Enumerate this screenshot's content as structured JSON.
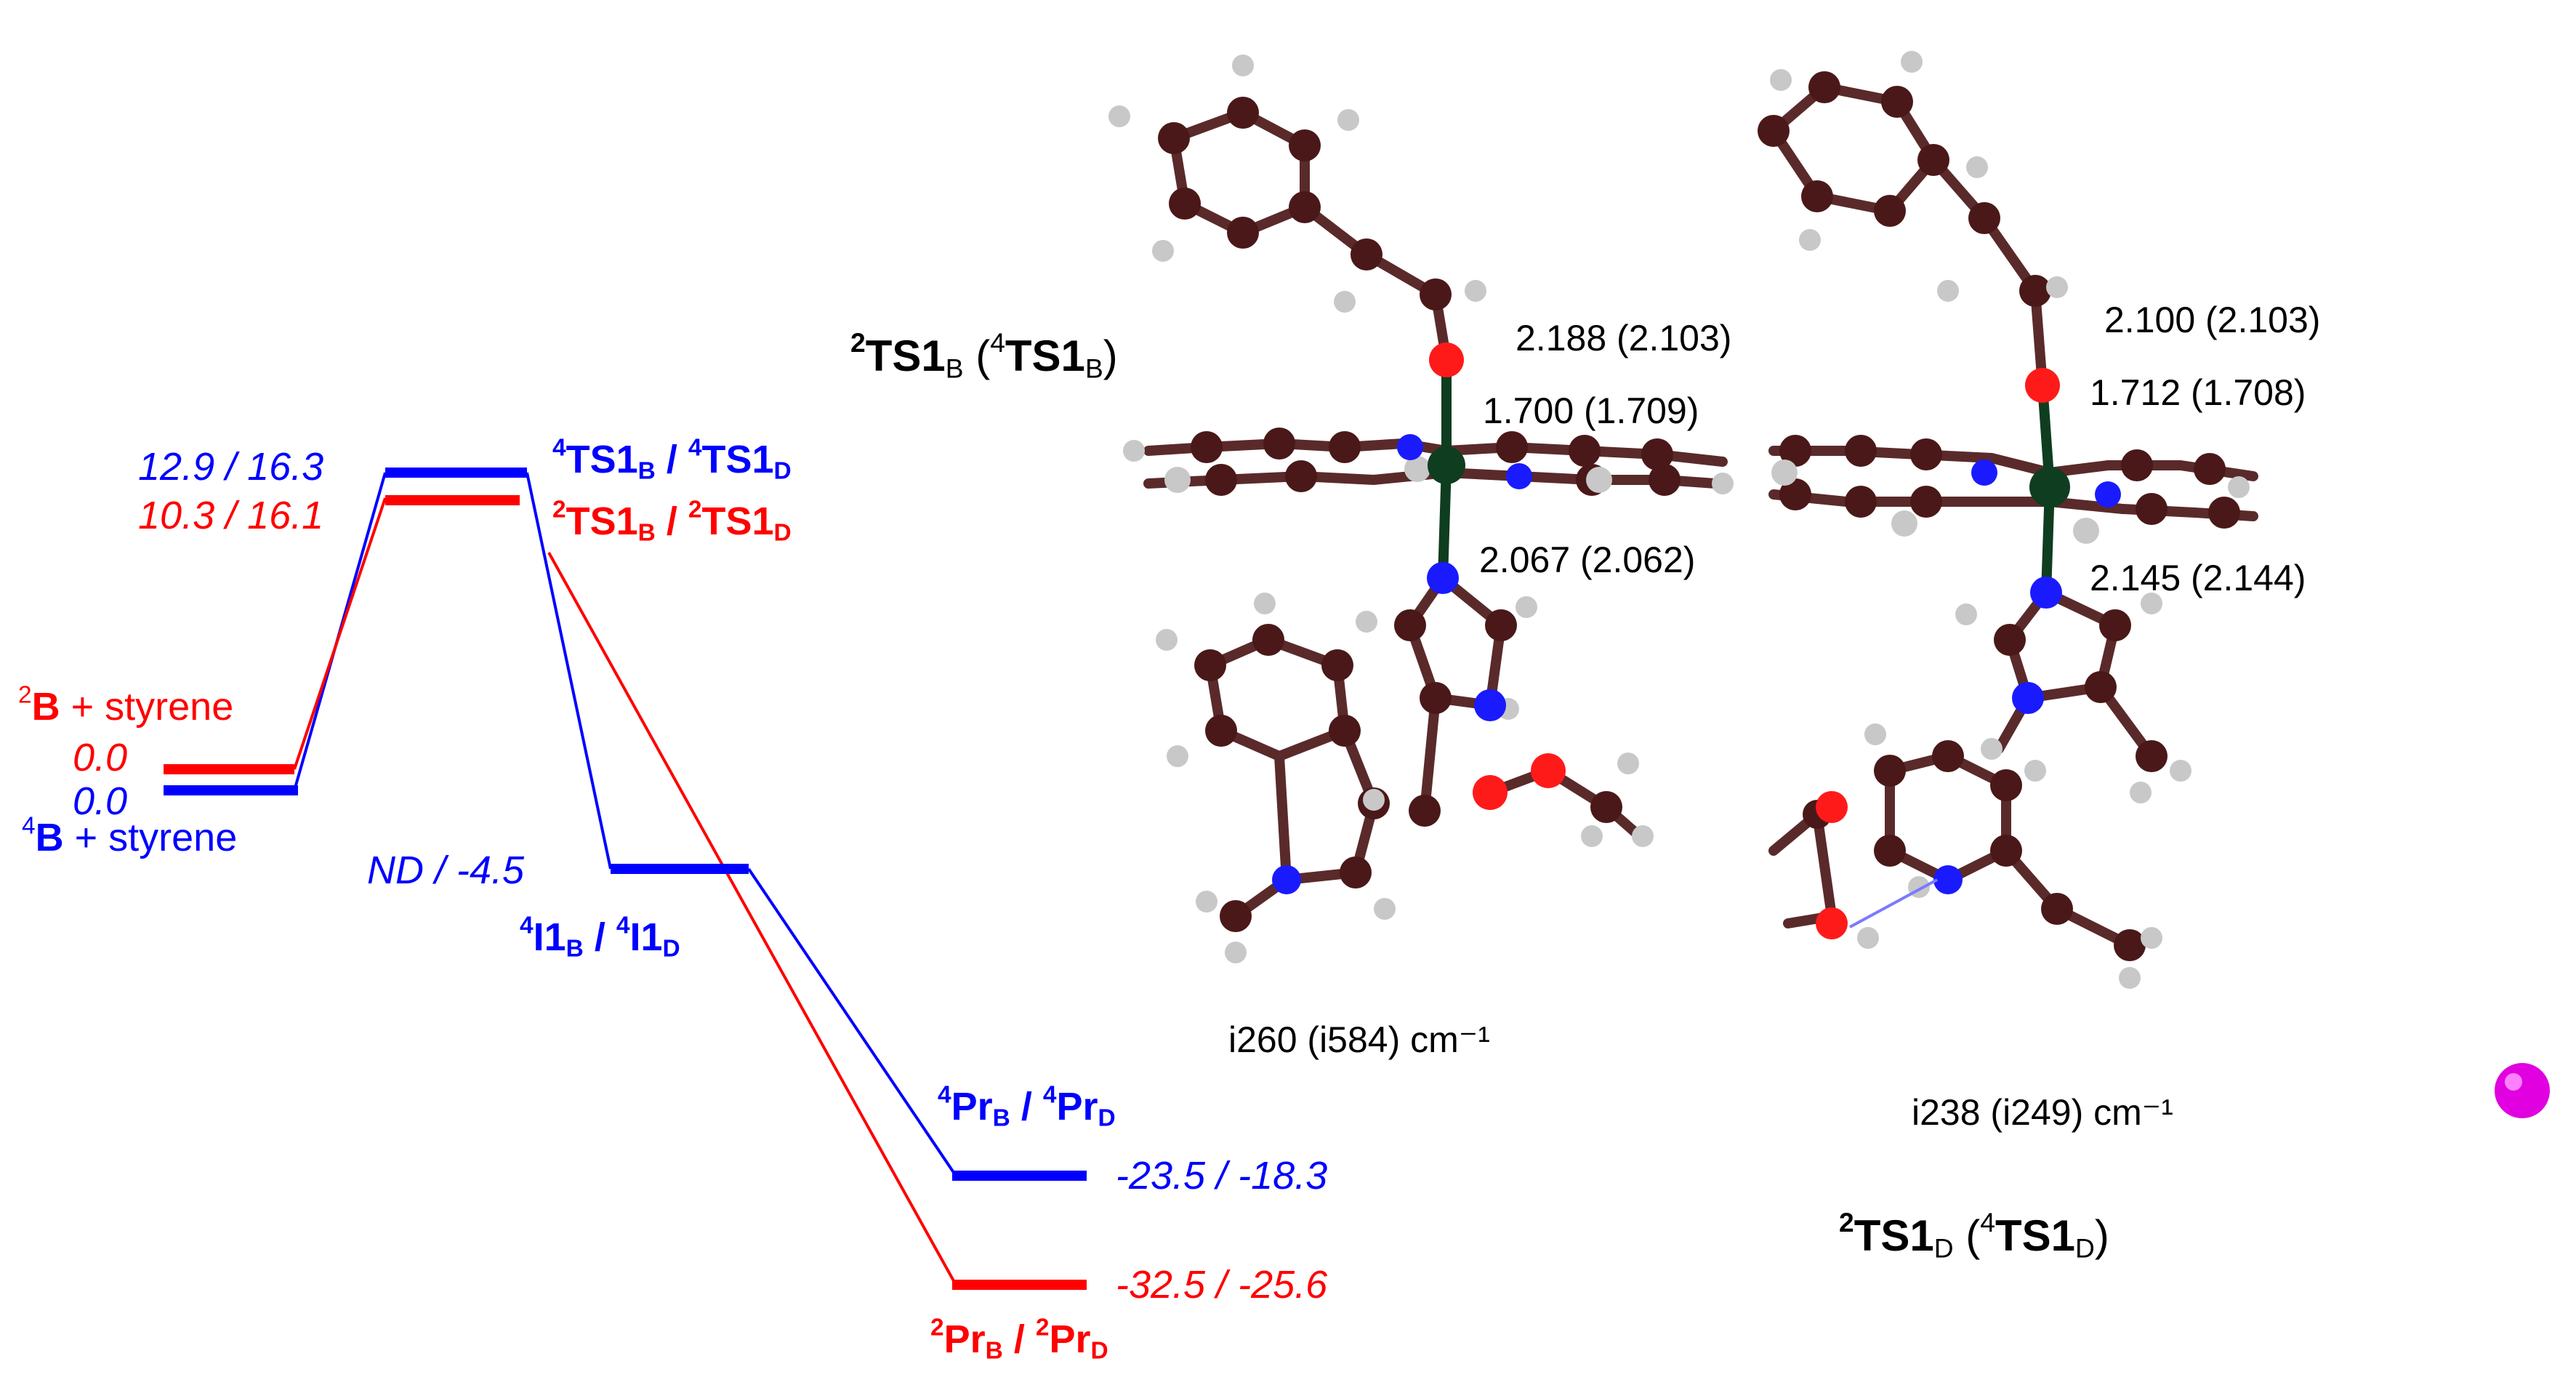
{
  "energy_diagram": {
    "react_red": {
      "sup": "2",
      "species": "B",
      "rest": " + styrene",
      "value": "0.0"
    },
    "react_blue": {
      "sup": "4",
      "species": "B",
      "rest": " + styrene",
      "value": "0.0"
    },
    "ts_blue": {
      "value": "12.9 / 16.3",
      "sup1": "4",
      "name1": "TS1",
      "sub1": "B",
      "sep": " / ",
      "sup2": "4",
      "name2": "TS1",
      "sub2": "D"
    },
    "ts_red": {
      "value": "10.3 / 16.1",
      "sup1": "2",
      "name1": "TS1",
      "sub1": "B",
      "sep": " / ",
      "sup2": "2",
      "name2": "TS1",
      "sub2": "D"
    },
    "int_blue": {
      "value": "ND / -4.5",
      "sup1": "4",
      "name1": "I1",
      "sub1": "B",
      "sep": " / ",
      "sup2": "4",
      "name2": "I1",
      "sub2": "D"
    },
    "prod_blue": {
      "value": "-23.5 / -18.3",
      "sup1": "4",
      "name1": "Pr",
      "sub1": "B",
      "sep": " / ",
      "sup2": "4",
      "name2": "Pr",
      "sub2": "D"
    },
    "prod_red": {
      "value": "-32.5 / -25.6",
      "sup1": "2",
      "name1": "Pr",
      "sub1": "B",
      "sep": " / ",
      "sup2": "2",
      "name2": "Pr",
      "sub2": "D"
    },
    "colors": {
      "doublet": "#ff0000",
      "quartet": "#0000ff"
    }
  },
  "structures": {
    "ts1b": {
      "title": {
        "sup1": "2",
        "name1": "TS1",
        "sub1": "B",
        "open": " (",
        "sup2": "4",
        "name2": "TS1",
        "sub2": "B",
        "close": ")"
      },
      "d_co": "2.188 (2.103)",
      "d_feo": "1.700 (1.709)",
      "d_fen": "2.067 (2.062)",
      "freq": "i260 (i584) cm⁻¹"
    },
    "ts1d": {
      "title": {
        "sup1": "2",
        "name1": "TS1",
        "sub1": "D",
        "open": " (",
        "sup2": "4",
        "name2": "TS1",
        "sub2": "D",
        "close": ")"
      },
      "d_co": "2.100 (2.103)",
      "d_feo": "1.712 (1.708)",
      "d_fen": "2.145 (2.144)",
      "freq": "i238 (i249) cm⁻¹"
    },
    "atom_colors": {
      "C": "#4a1818",
      "H": "#c8c8c8",
      "N": "#1a1aff",
      "O": "#ff1a1a",
      "Fe": "#0f3d1f",
      "marker": "#e000e0"
    }
  }
}
